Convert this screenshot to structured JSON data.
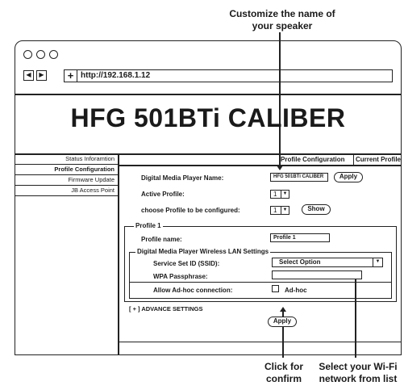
{
  "callouts": {
    "speaker_name": "Customize the name of your speaker",
    "confirm": "Click for confirm",
    "wifi": "Select your Wi-Fi network from list"
  },
  "browser": {
    "back_icon": "◀",
    "forward_icon": "▶",
    "new_tab_icon": "+",
    "url": "http://192.168.1.12"
  },
  "page_title": "HFG 501BTi CALIBER",
  "sidebar": {
    "items": [
      {
        "label": "Status Inforamtion"
      },
      {
        "label": "Profile Configuration"
      },
      {
        "label": "Firmware Update"
      },
      {
        "label": "JB Access Point"
      }
    ]
  },
  "tabs": [
    "Profile Configuration",
    "Current Profile"
  ],
  "form": {
    "player_name_label": "Digital Media Player Name:",
    "player_name_value": "HFG 501BTi CALIBER",
    "apply_label": "Apply",
    "active_profile_label": "Active Profile:",
    "active_profile_value": "1",
    "choose_profile_label": "choose Profile to be configured:",
    "choose_profile_value": "1",
    "show_label": "Show"
  },
  "profile": {
    "legend": "Profile 1",
    "name_label": "Profile name:",
    "name_value": "Profile 1",
    "wlan": {
      "legend": "Digital Media Player Wireless LAN Settings",
      "ssid_label": "Service Set ID (SSID):",
      "ssid_value": "Select Option",
      "pass_label": "WPA Passphrase:",
      "pass_value": "",
      "adhoc_label": "Allow Ad-hoc connection:",
      "adhoc_option": "Ad-hoc"
    }
  },
  "advance": "[ + ] ADVANCE SETTINGS",
  "apply_bottom": "Apply"
}
